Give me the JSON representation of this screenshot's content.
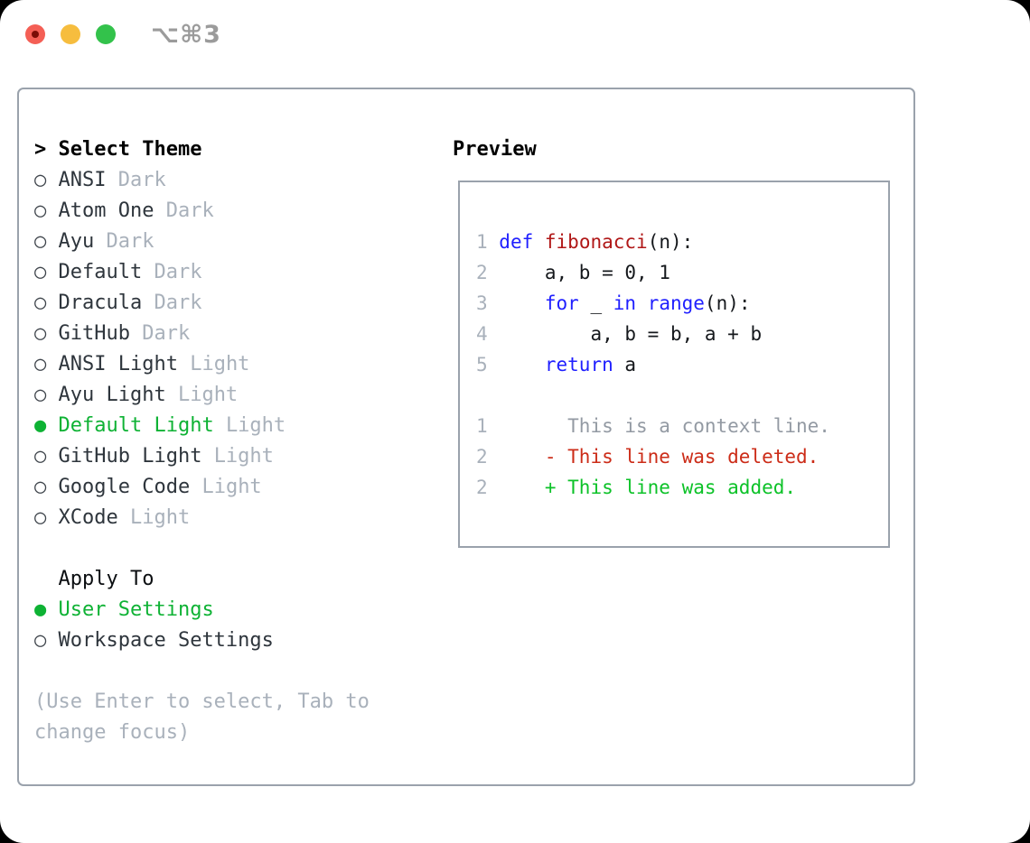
{
  "window": {
    "title": "⌥⌘3",
    "controls": [
      {
        "name": "close-button",
        "role": "close",
        "has_unsaved_dot": true
      },
      {
        "name": "minimize-button",
        "role": "minimize",
        "has_unsaved_dot": false
      },
      {
        "name": "zoom-button",
        "role": "zoom",
        "has_unsaved_dot": false
      }
    ]
  },
  "theme_picker": {
    "header": {
      "prefix": ">",
      "label": "Select Theme"
    },
    "items": [
      {
        "name": "ANSI",
        "tag": "Dark",
        "selected": false
      },
      {
        "name": "Atom One",
        "tag": "Dark",
        "selected": false
      },
      {
        "name": "Ayu",
        "tag": "Dark",
        "selected": false
      },
      {
        "name": "Default",
        "tag": "Dark",
        "selected": false
      },
      {
        "name": "Dracula",
        "tag": "Dark",
        "selected": false
      },
      {
        "name": "GitHub",
        "tag": "Dark",
        "selected": false
      },
      {
        "name": "ANSI Light",
        "tag": "Light",
        "selected": false
      },
      {
        "name": "Ayu Light",
        "tag": "Light",
        "selected": false
      },
      {
        "name": "Default Light",
        "tag": "Light",
        "selected": true
      },
      {
        "name": "GitHub Light",
        "tag": "Light",
        "selected": false
      },
      {
        "name": "Google Code",
        "tag": "Light",
        "selected": false
      },
      {
        "name": "XCode",
        "tag": "Light",
        "selected": false
      }
    ],
    "apply_to": {
      "label": "Apply To",
      "options": [
        {
          "name": "User Settings",
          "selected": true
        },
        {
          "name": "Workspace Settings",
          "selected": false
        }
      ]
    },
    "hint": "(Use Enter to select, Tab to change focus)",
    "radio_unselected": "○",
    "radio_selected": "●"
  },
  "preview": {
    "label": "Preview",
    "lines": [
      {
        "segments": [
          [
            "num",
            "1 "
          ],
          [
            "kw",
            "def"
          ],
          [
            "pln",
            " "
          ],
          [
            "fn",
            "fibonacci"
          ],
          [
            "pln",
            "(n):"
          ]
        ]
      },
      {
        "segments": [
          [
            "num",
            "2 "
          ],
          [
            "pln",
            "    a, b = 0, 1"
          ]
        ]
      },
      {
        "segments": [
          [
            "num",
            "3 "
          ],
          [
            "pln",
            "    "
          ],
          [
            "kw",
            "for"
          ],
          [
            "pln",
            " _ "
          ],
          [
            "kw",
            "in"
          ],
          [
            "pln",
            " "
          ],
          [
            "kw",
            "range"
          ],
          [
            "pln",
            "(n):"
          ]
        ]
      },
      {
        "segments": [
          [
            "num",
            "4 "
          ],
          [
            "pln",
            "        a, b = b, a + b"
          ]
        ]
      },
      {
        "segments": [
          [
            "num",
            "5 "
          ],
          [
            "pln",
            "    "
          ],
          [
            "kw",
            "return"
          ],
          [
            "pln",
            " a"
          ]
        ]
      },
      {
        "segments": []
      },
      {
        "segments": [
          [
            "num",
            "1 "
          ],
          [
            "ctx",
            "      This is a context line."
          ]
        ]
      },
      {
        "segments": [
          [
            "num",
            "2 "
          ],
          [
            "del",
            "    - This line was deleted."
          ]
        ]
      },
      {
        "segments": [
          [
            "num",
            "2 "
          ],
          [
            "add",
            "    + This line was added."
          ]
        ]
      }
    ]
  },
  "colors": {
    "keyword_blue": "#1f1fff",
    "function_red": "#b01717",
    "deleted_red": "#cc2c18",
    "added_green": "#0cc228",
    "selected_green": "#0eb234",
    "muted_gray": "#a9b1bb",
    "context_gray": "#939aa3",
    "item_dark": "#2e353c",
    "border_gray": "#9aa2ac",
    "title_gray": "#9b9b9b",
    "light_red": "#f45f55",
    "light_red_dot": "#7a0d06",
    "light_yellow": "#f6bd3e",
    "light_green": "#33c24b"
  }
}
